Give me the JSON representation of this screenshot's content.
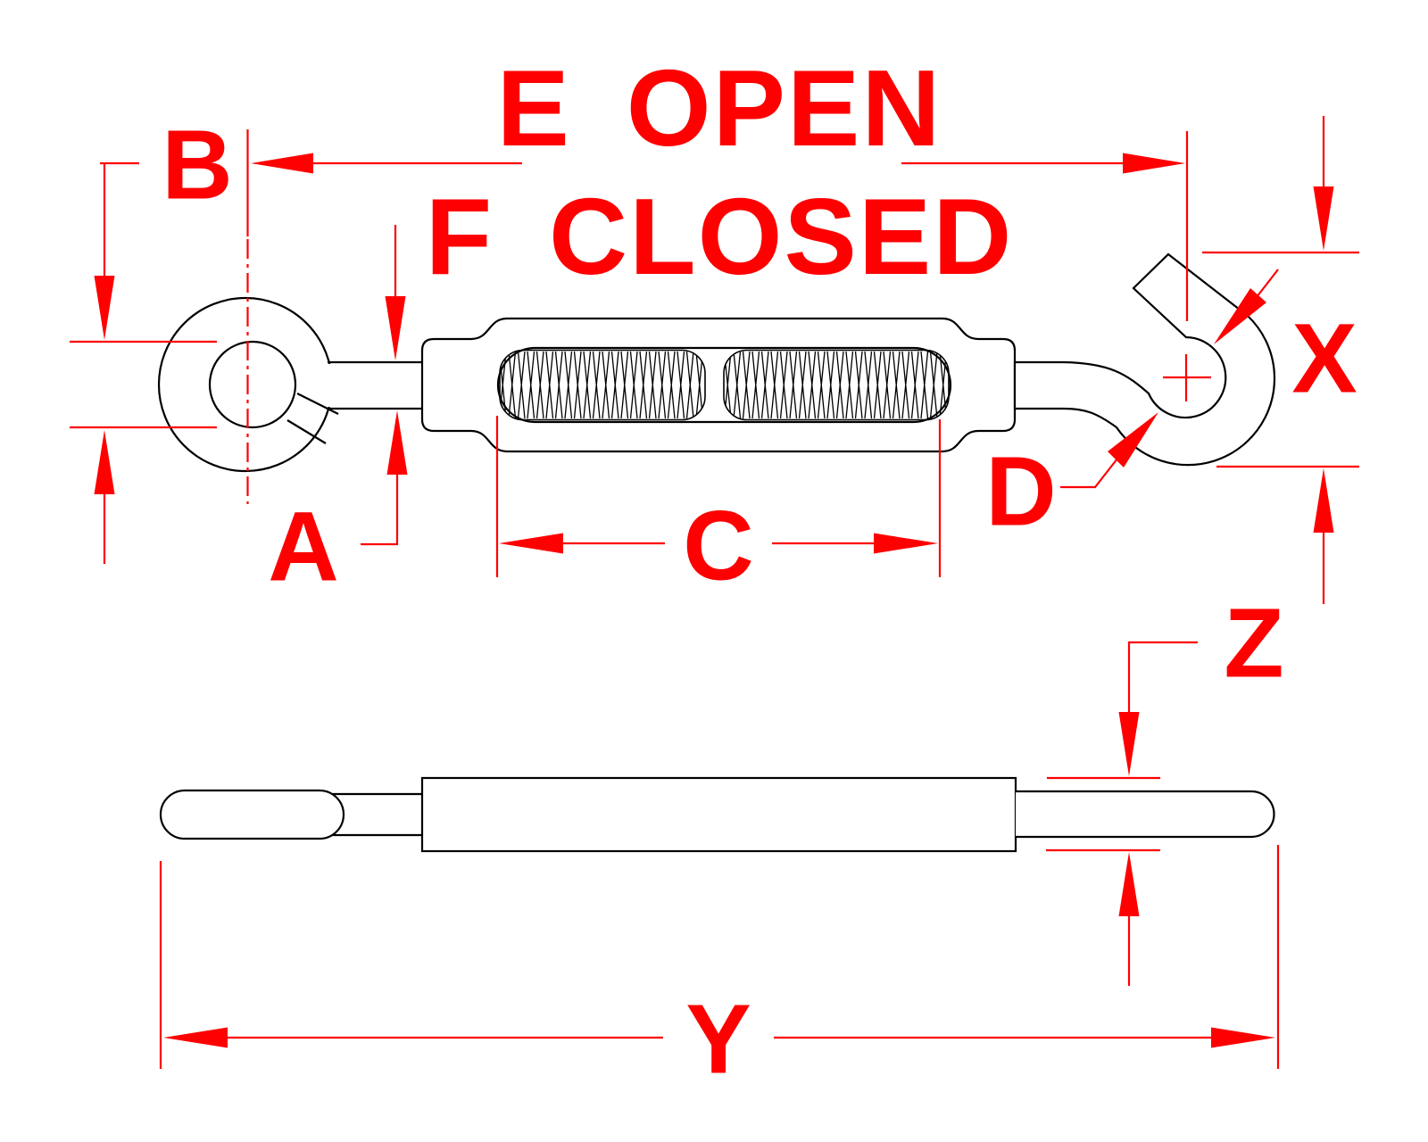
{
  "page": {
    "background": "#ffffff",
    "kind": "technical dimension drawing",
    "subject": "hook and eye turnbuckle, front view and side view"
  },
  "colors": {
    "outline": "#000000",
    "dimension": "#fe0000"
  },
  "dimensions": {
    "open_length_label": "E OPEN",
    "closed_length_label": "F CLOSED",
    "eye_inner_diameter_label": "B",
    "wire_diameter_label": "A",
    "thread_takeup_label": "C",
    "hook_opening_label": "D",
    "hook_height_label": "X",
    "overall_length_label": "Y",
    "body_thickness_label": "Z"
  }
}
